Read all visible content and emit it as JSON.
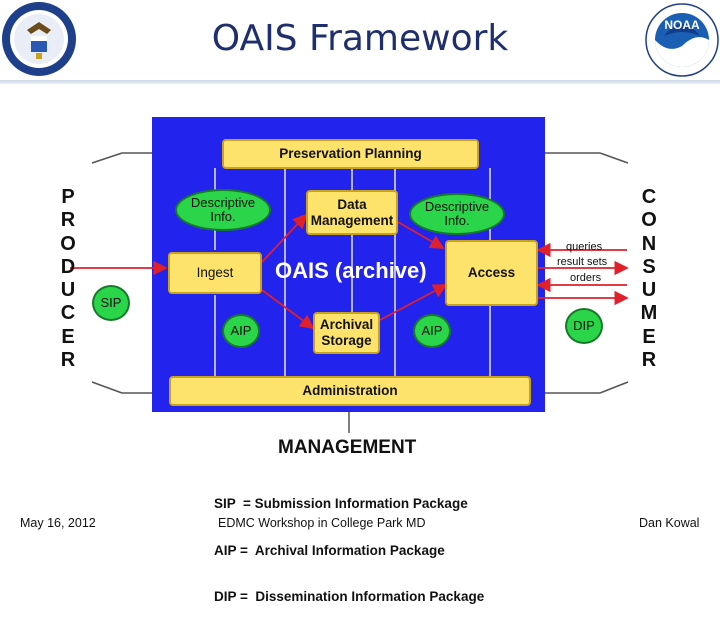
{
  "header": {
    "title": "OAIS Framework",
    "left_logo": "dept-of-commerce-seal",
    "right_logo": "noaa-logo",
    "right_logo_text": "NOAA"
  },
  "diagram": {
    "producer_label": [
      "P",
      "R",
      "O",
      "D",
      "U",
      "C",
      "E",
      "R"
    ],
    "consumer_label": [
      "C",
      "O",
      "N",
      "S",
      "U",
      "M",
      "E",
      "R"
    ],
    "archive_label": "OAIS (archive)",
    "boxes": {
      "preservation_planning": "Preservation Planning",
      "data_management": "Data\nManagement",
      "ingest": "Ingest",
      "access": "Access",
      "archival_storage": "Archival\nStorage",
      "administration": "Administration"
    },
    "ovals": {
      "descriptive_info_left": "Descriptive\nInfo.",
      "descriptive_info_right": "Descriptive\nInfo.",
      "sip": "SIP",
      "aip_left": "AIP",
      "aip_right": "AIP",
      "dip": "DIP"
    },
    "consumer_flows": [
      "queries",
      "result sets",
      "orders"
    ],
    "management_label": "MANAGEMENT",
    "legend": [
      "SIP  = Submission Information Package",
      "AIP =  Archival Information Package",
      "DIP =  Dissemination Information Package"
    ],
    "colors": {
      "archive_fill": "#2323ee",
      "box_fill": "#fde36b",
      "oval_fill": "#2bd54a",
      "arrow": "#e0202a"
    }
  },
  "footer": {
    "date": "May 16, 2012",
    "event": "EDMC Workshop in College Park MD",
    "author": "Dan Kowal"
  }
}
